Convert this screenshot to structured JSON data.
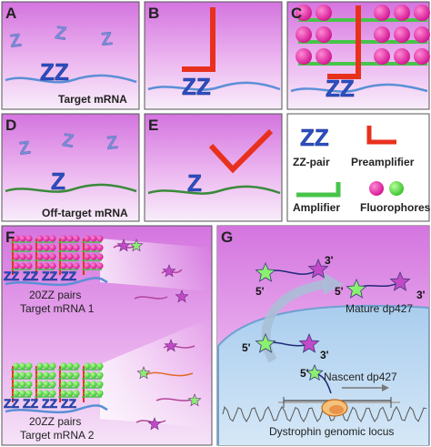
{
  "panels": {
    "a": {
      "label": "A",
      "zz_faint": [
        "Z",
        "Z",
        "Z"
      ],
      "zz_pair": "ZZ",
      "caption": "Target mRNA"
    },
    "b": {
      "label": "B",
      "zz_pair": "ZZ"
    },
    "c": {
      "label": "C",
      "zz_pair": "ZZ"
    },
    "d": {
      "label": "D",
      "zz_faint": [
        "Z",
        "Z",
        "Z"
      ],
      "z_single": "Z",
      "caption": "Off-target mRNA"
    },
    "e": {
      "label": "E",
      "z_single": "Z"
    },
    "legend": {
      "zz_symbol": "ZZ",
      "zz_label": "ZZ-pair",
      "preamp_label": "Preamplifier",
      "amp_label": "Amplifier",
      "fluor_label": "Fluorophores"
    },
    "f": {
      "label": "F",
      "zz_row": "ZZ ZZ ZZ ZZ",
      "caption1_line1": "20ZZ pairs",
      "caption1_line2": "Target mRNA 1",
      "caption2_line1": "20ZZ pairs",
      "caption2_line2": "Target mRNA 2"
    },
    "g": {
      "label": "G",
      "five_prime": "5'",
      "three_prime": "3'",
      "mature": "Mature dp427",
      "nascent": "Nascent dp427",
      "locus": "Dystrophin genomic locus"
    }
  },
  "colors": {
    "panel_bg": "#d67ee0",
    "zz_blue": "#2b4fc4",
    "mrna_blue": "#5b8fd6",
    "offtarget_green": "#3a8a3a",
    "preamp_red": "#e8311d",
    "amp_green": "#47c44a",
    "fluor_magenta": "#e0189e",
    "fluor_green": "#4ed63c",
    "nucleus": "#b9d8f2"
  }
}
